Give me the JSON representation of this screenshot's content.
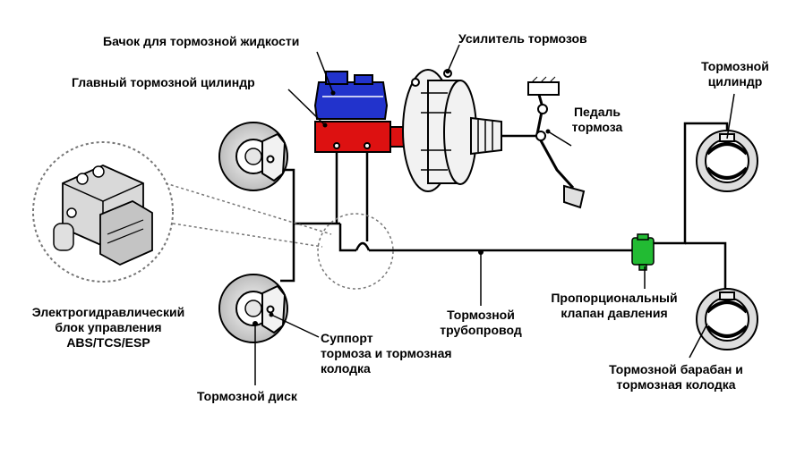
{
  "labels": {
    "reservoir": "Бачок для тормозной жидкости",
    "booster": "Усилитель тормозов",
    "master_cylinder": "Главный тормозной цилиндр",
    "pedal_line1": "Педаль",
    "pedal_line2": "тормоза",
    "wheel_cyl_line1": "Тормозной",
    "wheel_cyl_line2": "цилиндр",
    "ecu_line1": "Электрогидравлический",
    "ecu_line2": "блок управления",
    "ecu_line3": "ABS/TCS/ESP",
    "valve_line1": "Пропорциональный",
    "valve_line2": "клапан давления",
    "pipe_line1": "Тормозной",
    "pipe_line2": "трубопровод",
    "caliper_line1": "Суппорт",
    "caliper_line2": "тормоза и тормозная",
    "caliper_line3": "колодка",
    "drum_line1": "Тормозной барабан и",
    "drum_line2": "тормозная колодка",
    "disc": "Тормозной диск"
  },
  "colors": {
    "reservoir": "#2233cc",
    "master_cylinder": "#dd1111",
    "valve": "#22bb33",
    "line": "#000000",
    "part_fill": "#f2f2f2"
  }
}
